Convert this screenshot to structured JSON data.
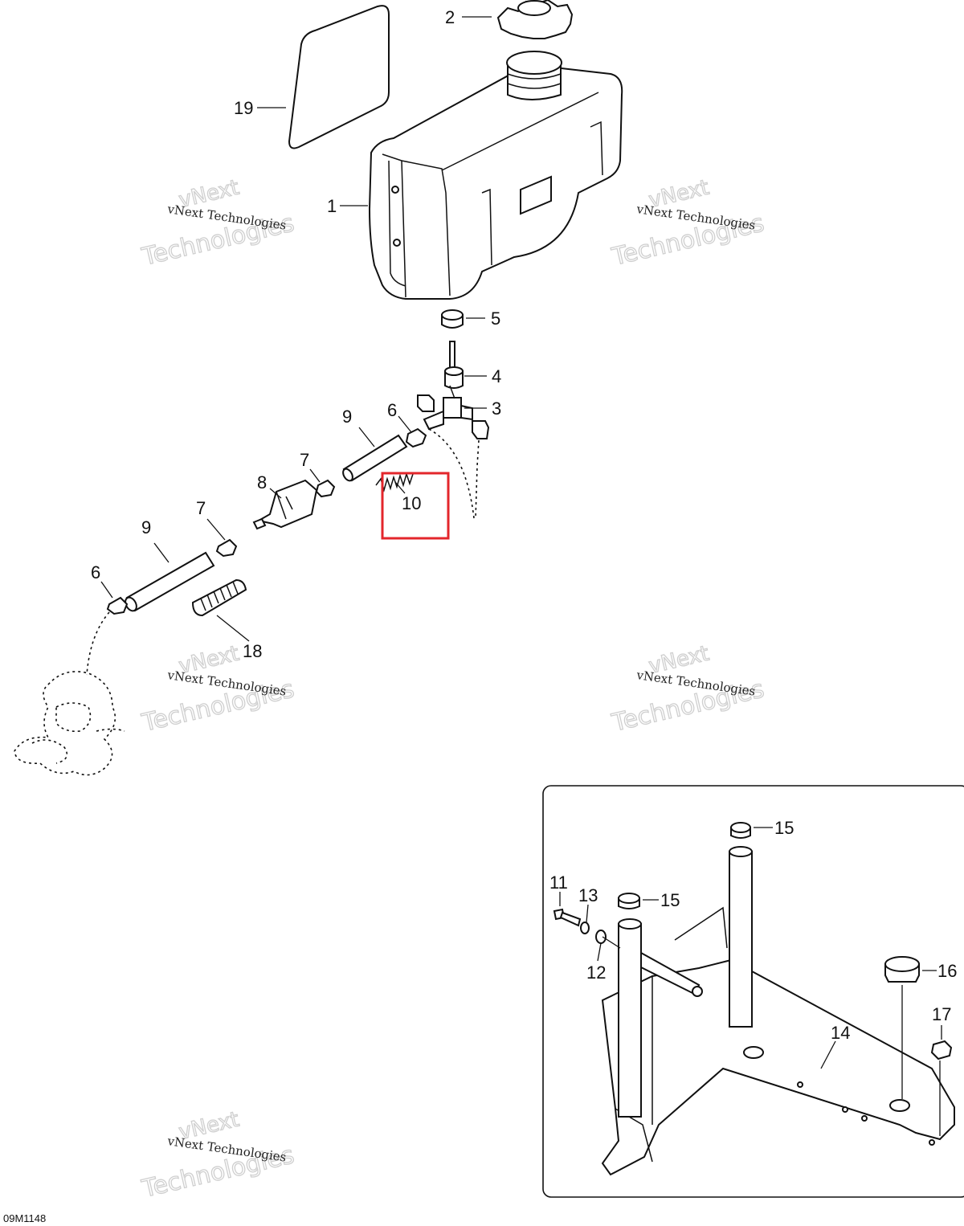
{
  "callouts": {
    "n1": "1",
    "n2": "2",
    "n3": "3",
    "n4": "4",
    "n5": "5",
    "n6a": "6",
    "n6b": "6",
    "n7a": "7",
    "n7b": "7",
    "n8": "8",
    "n9a": "9",
    "n9b": "9",
    "n10": "10",
    "n11": "11",
    "n12": "12",
    "n13": "13",
    "n14": "14",
    "n15a": "15",
    "n15b": "15",
    "n16": "16",
    "n17": "17",
    "n18": "18",
    "n19": "19"
  },
  "watermark": {
    "line_small": "vNext Technologies",
    "word_top": "vNext",
    "word_bottom": "Technologies"
  },
  "highlight": {
    "part": "10",
    "color": "#e3262b"
  },
  "doc_code": "09M1148"
}
